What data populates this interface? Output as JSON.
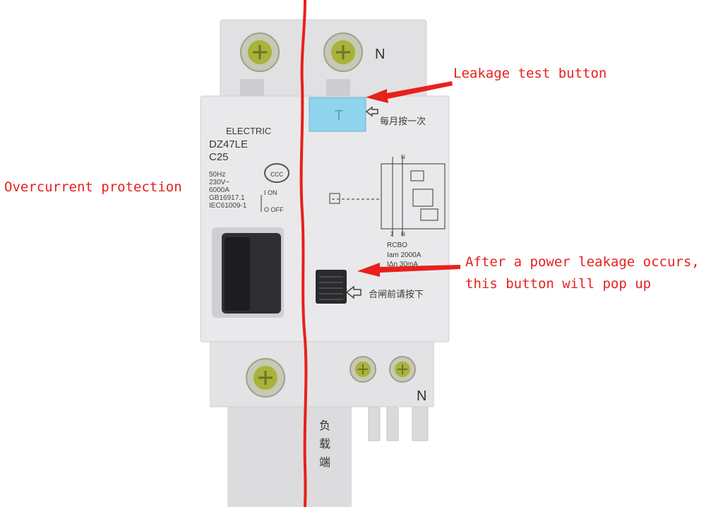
{
  "annotations": {
    "leakage_test": "Leakage test button",
    "overcurrent": "Overcurrent protection",
    "leakage_popup_line1": "After a power leakage occurs,",
    "leakage_popup_line2": "this button will pop up"
  },
  "device": {
    "terminal_n_top": "N",
    "terminal_n_bottom": "N",
    "brand": "ELECTRIC",
    "model": "DZ47LE",
    "rating": "C25",
    "spec_lines": [
      "50Hz",
      "230V~",
      "6000A",
      "GB16917.1",
      "IEC61009-1"
    ],
    "switch_on": "I ON",
    "switch_off": "O OFF",
    "test_note": "每月按一次",
    "test_button_mark": "T",
    "reset_note": "合闸前请按下",
    "rcbo_label": "RCBO",
    "rcbo_line1": "Iam 2000A",
    "rcbo_line2": "IΔn  30mA",
    "diagram_top": "N",
    "diagram_bottom_left": "2",
    "diagram_bottom_right": "N",
    "load_side": [
      "负",
      "载",
      "端"
    ]
  },
  "colors": {
    "annotation_red": "#e8201c",
    "device_body": "#e9e9eb",
    "test_button_blue": "#8fd3ec"
  }
}
